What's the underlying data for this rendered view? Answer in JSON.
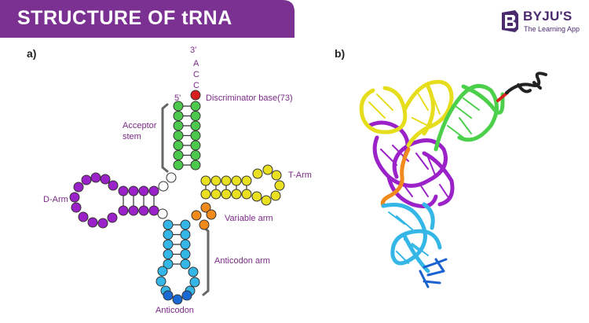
{
  "header": {
    "title": "STRUCTURE OF tRNA",
    "banner_color": "#7b3192"
  },
  "logo": {
    "name": "BYJU'S",
    "tagline": "The Learning App",
    "color": "#4b2a6e"
  },
  "panel_a": {
    "label": "a)",
    "end_3prime": "3'",
    "end_5prime": "5'",
    "tail_letters": [
      "A",
      "C",
      "C"
    ],
    "labels": {
      "discriminator": "Discriminator base(73)",
      "acceptor_stem": [
        "Acceptor",
        "stem"
      ],
      "t_arm": "T-Arm",
      "d_arm": "D-Arm",
      "variable_arm": "Variable arm",
      "anticodon_arm": "Anticodon arm",
      "anticodon": "Anticodon"
    },
    "colors": {
      "acceptor": "#4cc84c",
      "t_arm": "#e8e020",
      "d_arm": "#9a22c8",
      "variable": "#f08a1c",
      "anticodon_arm": "#34b6e6",
      "anticodon_loop": "#1a6ad6",
      "discriminator": "#d81e1e",
      "label": "#7b2a87"
    }
  },
  "panel_b": {
    "label": "b)"
  }
}
